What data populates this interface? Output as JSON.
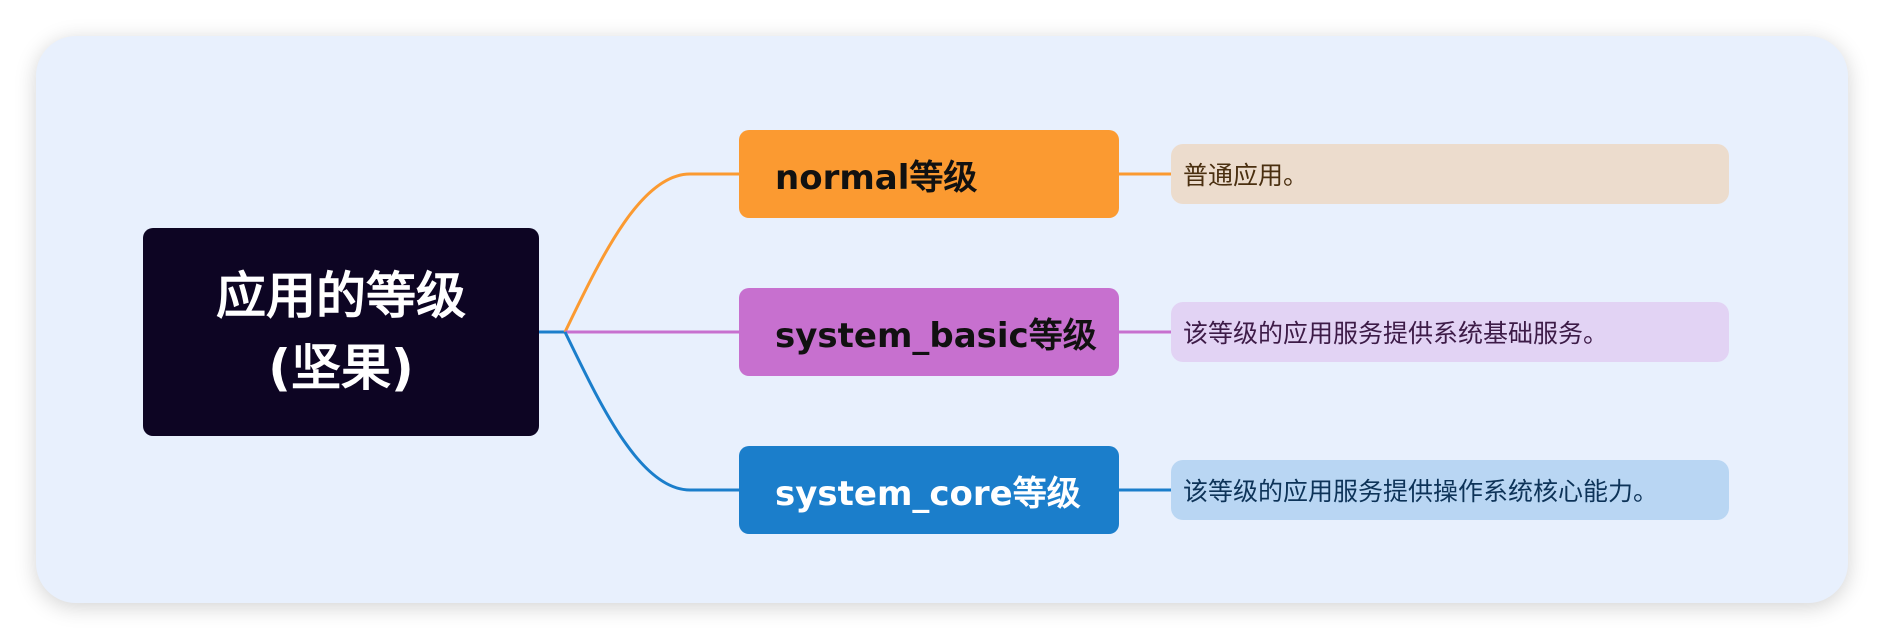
{
  "mindmap": {
    "root": {
      "line1": "应用的等级",
      "line2": "(坚果)"
    },
    "branches": [
      {
        "label": "normal等级",
        "description": "普通应用。",
        "color": "#fb9a31"
      },
      {
        "label": "system_basic等级",
        "description": "该等级的应用服务提供系统基础服务。",
        "color": "#c770cf"
      },
      {
        "label": "system_core等级",
        "description": "该等级的应用服务提供操作系统核心能力。",
        "color": "#1b7ecb"
      }
    ]
  }
}
